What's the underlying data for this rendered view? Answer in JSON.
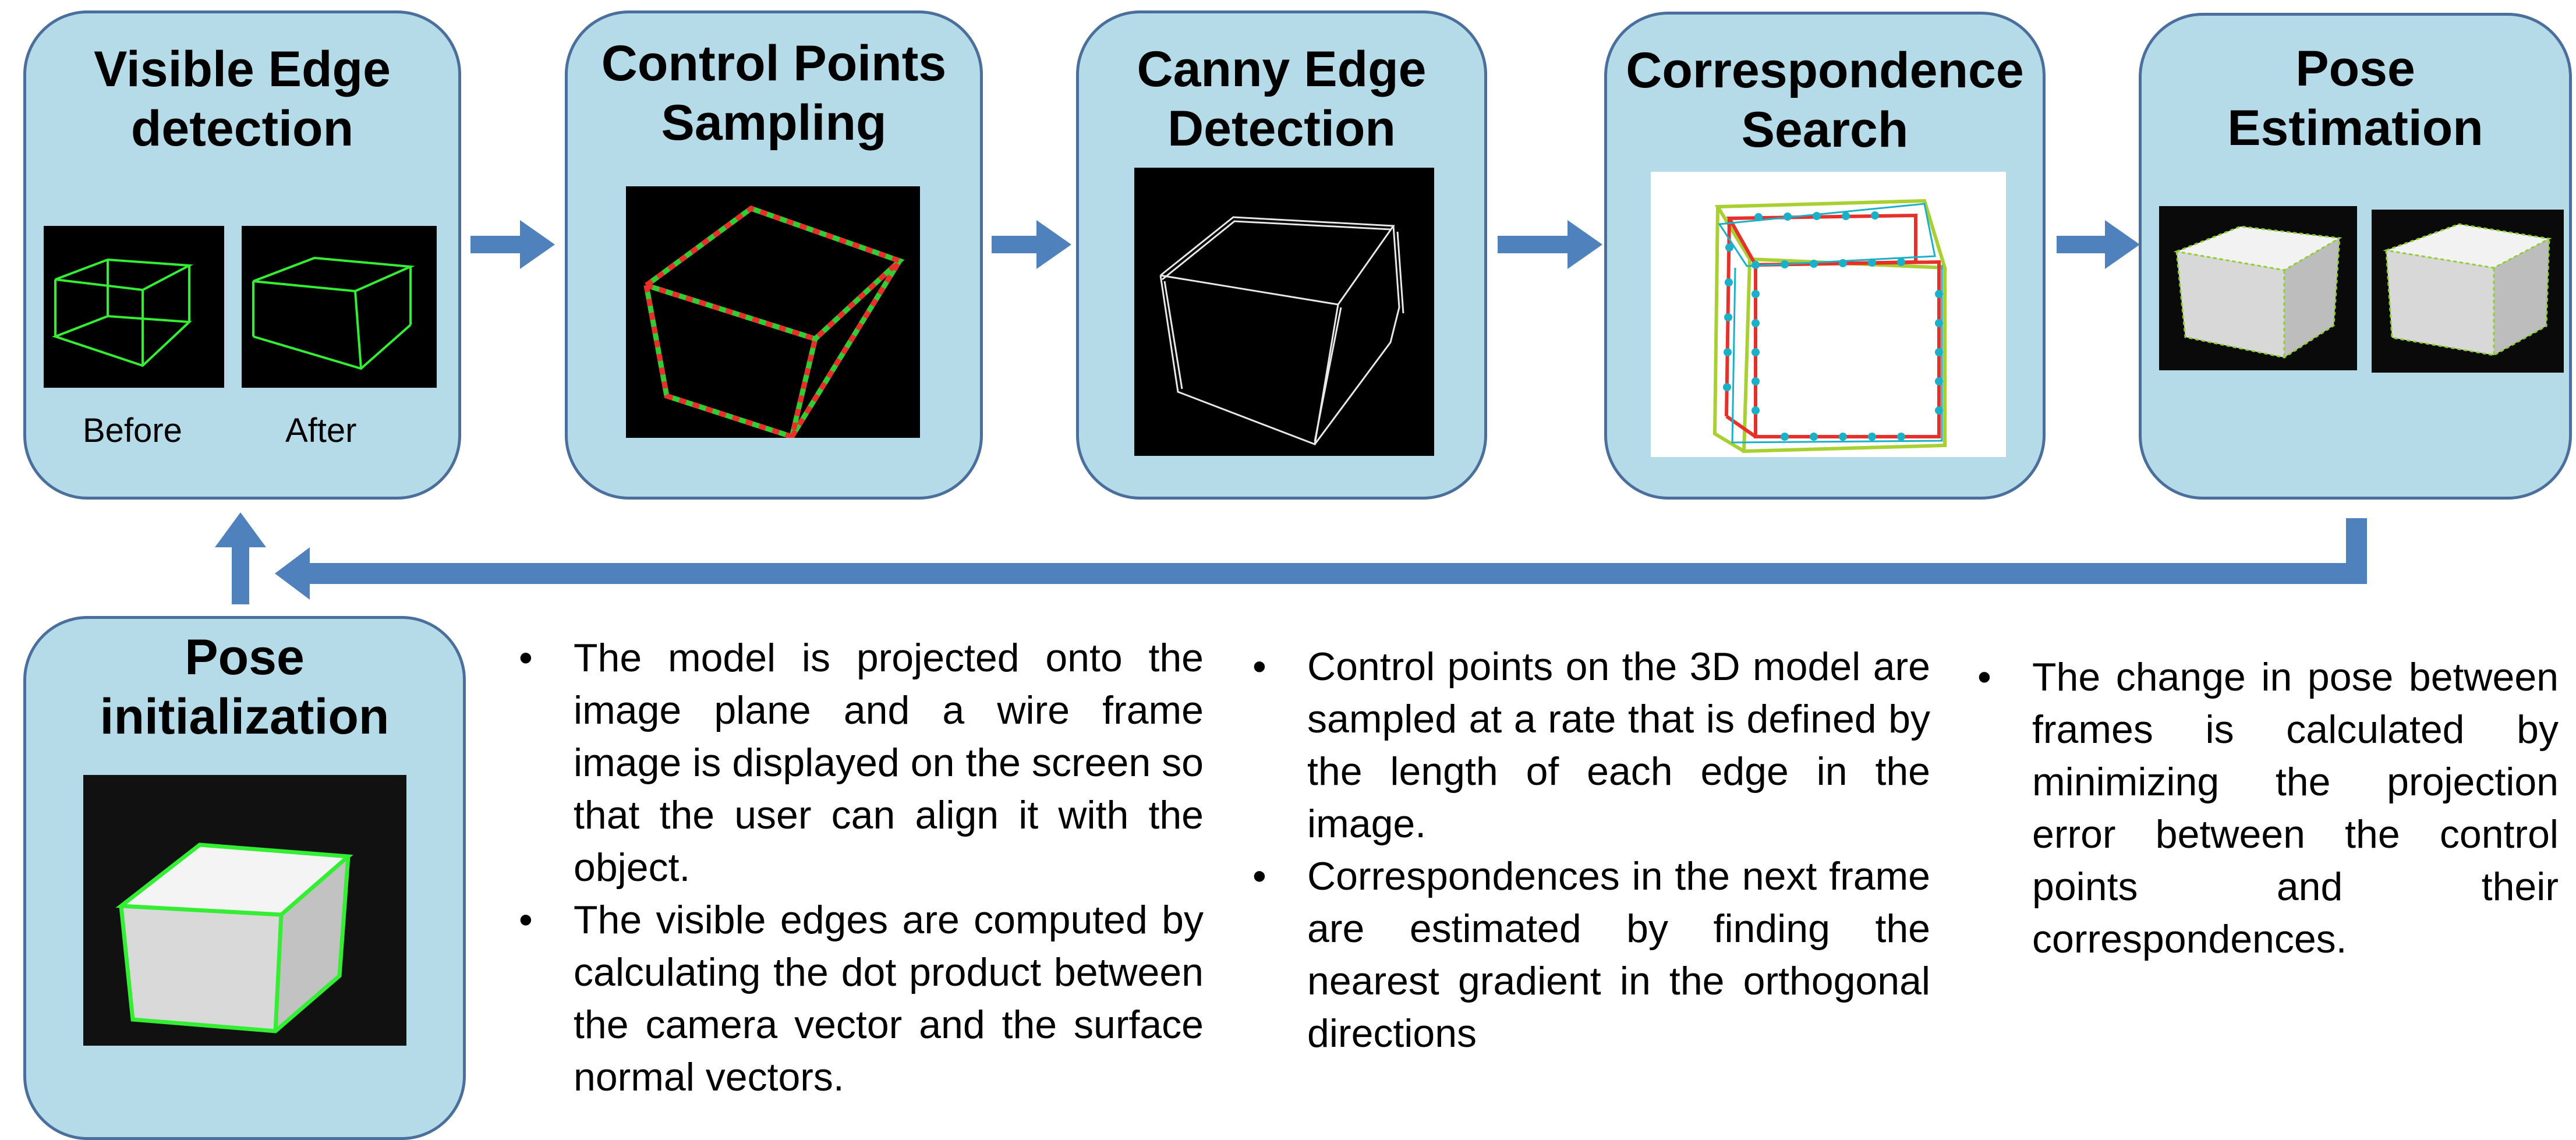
{
  "steps": [
    {
      "title_line1": "Visible Edge",
      "title_line2": "detection",
      "captions": [
        "Before",
        "After"
      ]
    },
    {
      "title_line1": "Control Points",
      "title_line2": "Sampling"
    },
    {
      "title_line1": "Canny Edge",
      "title_line2": "Detection"
    },
    {
      "title_line1": "Correspondence",
      "title_line2": "Search"
    },
    {
      "title_line1": "Pose",
      "title_line2": "Estimation"
    }
  ],
  "init": {
    "title_line1": "Pose",
    "title_line2": "initialization"
  },
  "notes": {
    "col1": [
      "The model is projected onto the image plane and a wire frame image is displayed on the screen so that the user can align it with the object.",
      "The visible edges are computed by calculating the dot product between the  camera vector and the surface normal vectors."
    ],
    "col2": [
      "Control points on the 3D model are sampled at a rate that is defined by the length of each edge in the image.",
      "Correspondences in the next frame are estimated by finding the nearest gradient in the orthogonal directions"
    ],
    "col3": [
      "The change in pose between frames is calculated by minimizing the projection error between the control points and their correspondences."
    ]
  },
  "colors": {
    "box_fill": "#b4dbe7",
    "box_border": "#4a6f9c",
    "arrow": "#4f81bd",
    "wire": "#33ee33",
    "sample_red": "#e8302a",
    "dot": "#1ab0c8",
    "contour": "#a8d030"
  }
}
